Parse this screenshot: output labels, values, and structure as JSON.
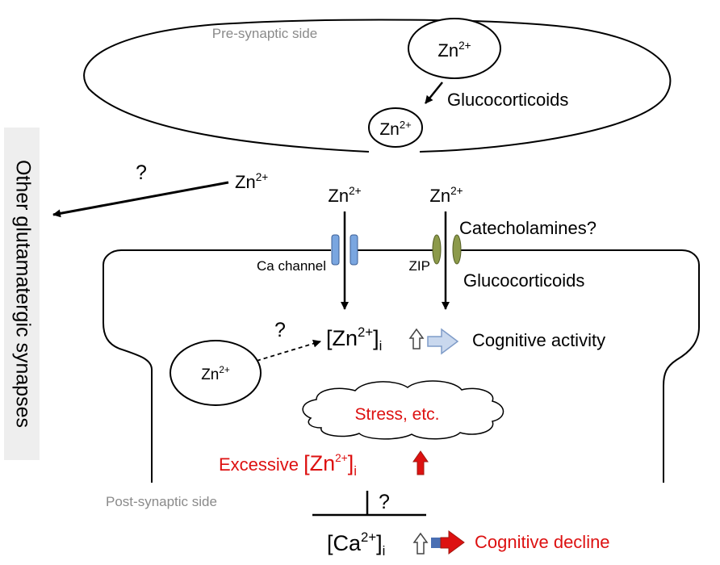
{
  "presynaptic": {
    "label": "Pre-synaptic side",
    "vesicle_zn": {
      "base": "Zn",
      "sup": "2+"
    },
    "releasing_zn": {
      "base": "Zn",
      "sup": "2+"
    },
    "glucocorticoids": "Glucocorticoids"
  },
  "side_panel": {
    "label": "Other glutamatergic synapses",
    "question": "?",
    "zn": {
      "base": "Zn",
      "sup": "2+"
    }
  },
  "channels": {
    "ca_zn": {
      "base": "Zn",
      "sup": "2+"
    },
    "zip_zn": {
      "base": "Zn",
      "sup": "2+"
    },
    "ca_channel": "Ca channel",
    "zip": "ZIP",
    "catecholamines": "Catecholamines?",
    "glucocorticoids": "Glucocorticoids"
  },
  "postsynaptic": {
    "label": "Post-synaptic side",
    "store_zn": {
      "base": "Zn",
      "sup": "2+"
    },
    "store_question": "?",
    "intracellular_zn": {
      "open": "[Zn",
      "sup": "2+",
      "close": "]",
      "sub": "i"
    },
    "cognitive_activity": "Cognitive activity",
    "stress": "Stress, etc.",
    "excessive_prefix": "Excessive ",
    "excessive_zn": {
      "open": "[Zn",
      "sup": "2+",
      "close": "]",
      "sub": "i"
    },
    "inhibit_question": "?",
    "intracellular_ca": {
      "open": "[Ca",
      "sup": "2+",
      "close": "]",
      "sub": "i"
    },
    "cognitive_decline": "Cognitive decline"
  },
  "colors": {
    "red": "#dd1111",
    "dark_red": "#a01810",
    "ca_channel_fill": "#7aa6e0",
    "zip_fill": "#8c9a4a",
    "panel_bg": "#eeeeee",
    "grey_text": "#8a8a8a",
    "light_arrow": "#c9d8ee",
    "light_arrow_stroke": "#7f9cc8",
    "dark_arrow": "#4a6fb3"
  }
}
